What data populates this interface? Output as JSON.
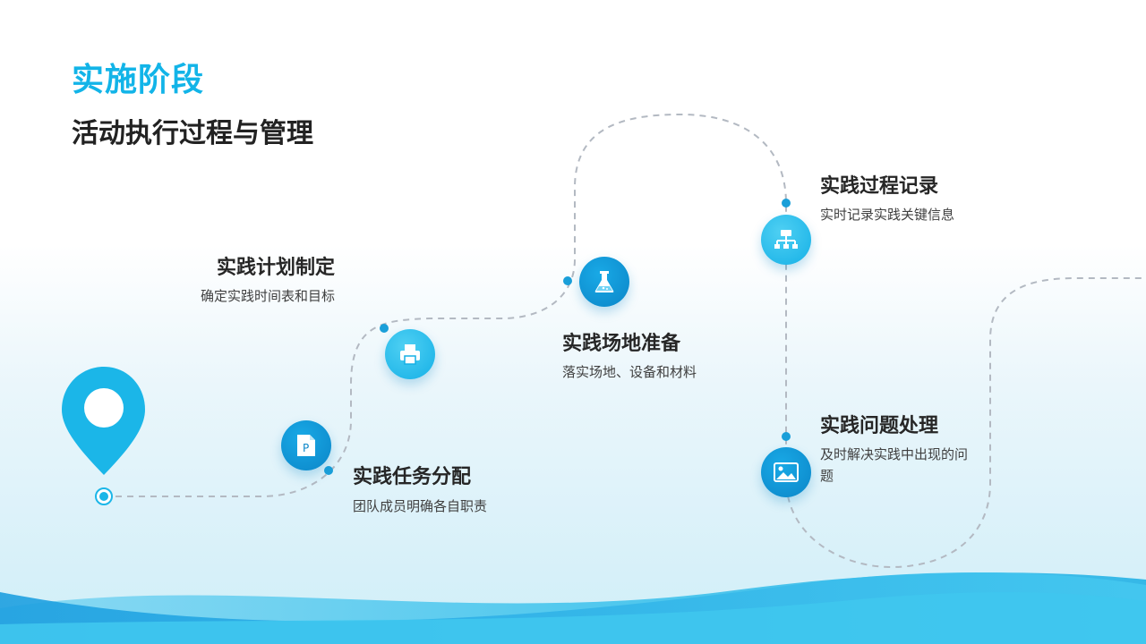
{
  "slide": {
    "heading": "实施阶段",
    "subheading": "活动执行过程与管理"
  },
  "colors": {
    "accent": "#12b4e8",
    "accent_dark": "#0b87c9",
    "path_dash": "#b3b9c2",
    "title": "#262626",
    "wave": "#29b9e6"
  },
  "steps": [
    {
      "title": "实践任务分配",
      "desc": "团队成员明确各自职责",
      "icon": "document-icon"
    },
    {
      "title": "实践计划制定",
      "desc": "确定实践时间表和目标",
      "icon": "printer-icon"
    },
    {
      "title": "实践场地准备",
      "desc": "落实场地、设备和材料",
      "icon": "flask-icon"
    },
    {
      "title": "实践过程记录",
      "desc": "实时记录实践关键信息",
      "icon": "sitemap-icon"
    },
    {
      "title": "实践问题处理",
      "desc": "及时解决实践中出现的问题",
      "icon": "image-icon"
    }
  ]
}
